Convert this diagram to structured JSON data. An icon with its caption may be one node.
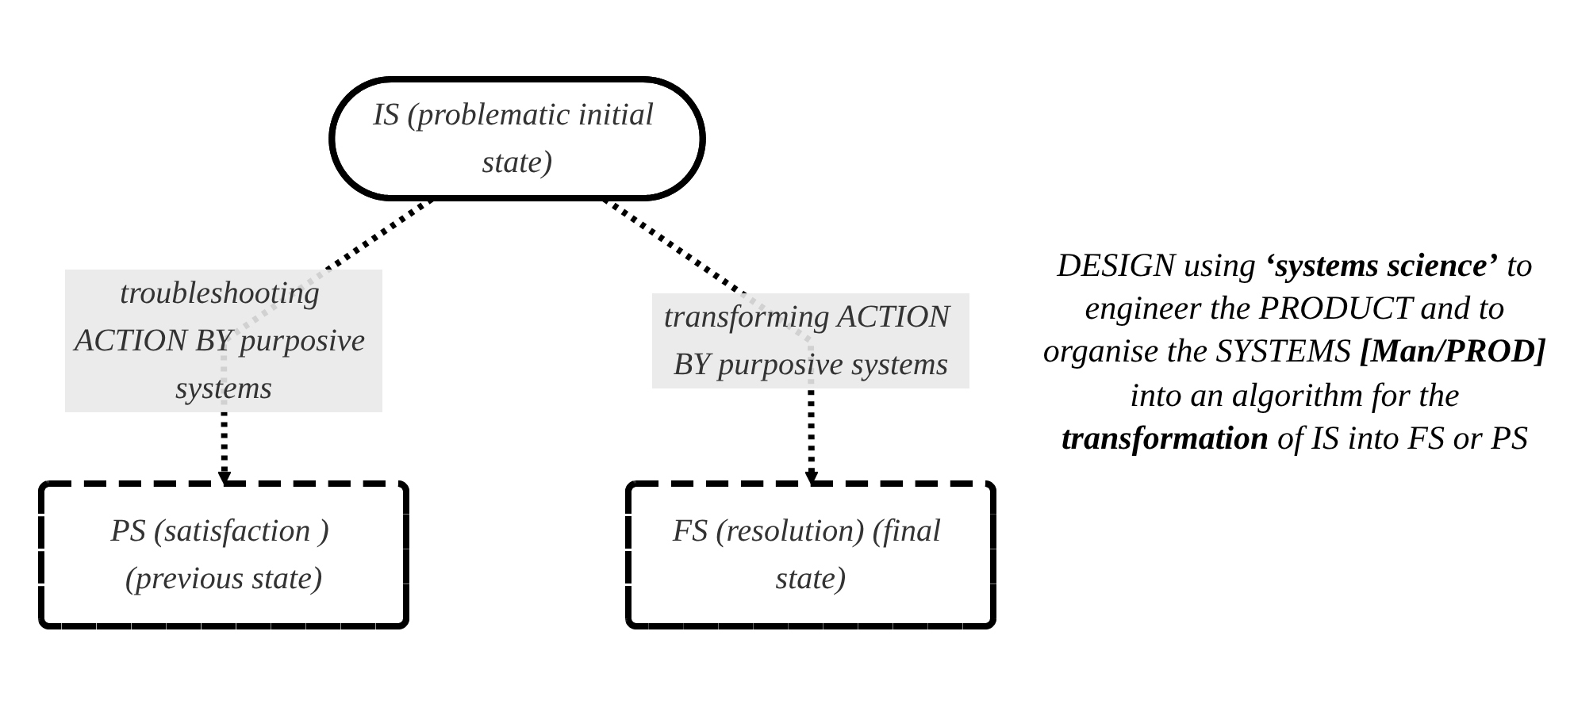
{
  "diagram": {
    "nodes": [
      {
        "text": [
          "IS (problematic initial state)"
        ]
      },
      {
        "text": [
          "PS (satisfaction ) (previous state)"
        ]
      },
      {
        "text": [
          "FS (resolution) (final state)"
        ]
      }
    ],
    "edges": [
      {
        "from": 0,
        "to": 1,
        "arrow": "to",
        "style": "dashed",
        "label": "troubleshooting ACTION BY purposive systems"
      },
      {
        "from": 0,
        "to": 2,
        "arrow": "to",
        "style": "dashed",
        "label": "transforming ACTION BY purposive systems"
      }
    ],
    "labels": [
      "DESIGN using **‘systems science’** to engineer the PRODUCT and to organise the SYSTEMS **[Man/PROD]** into an algorithm for the **transformation** of IS into FS or PS"
    ]
  }
}
